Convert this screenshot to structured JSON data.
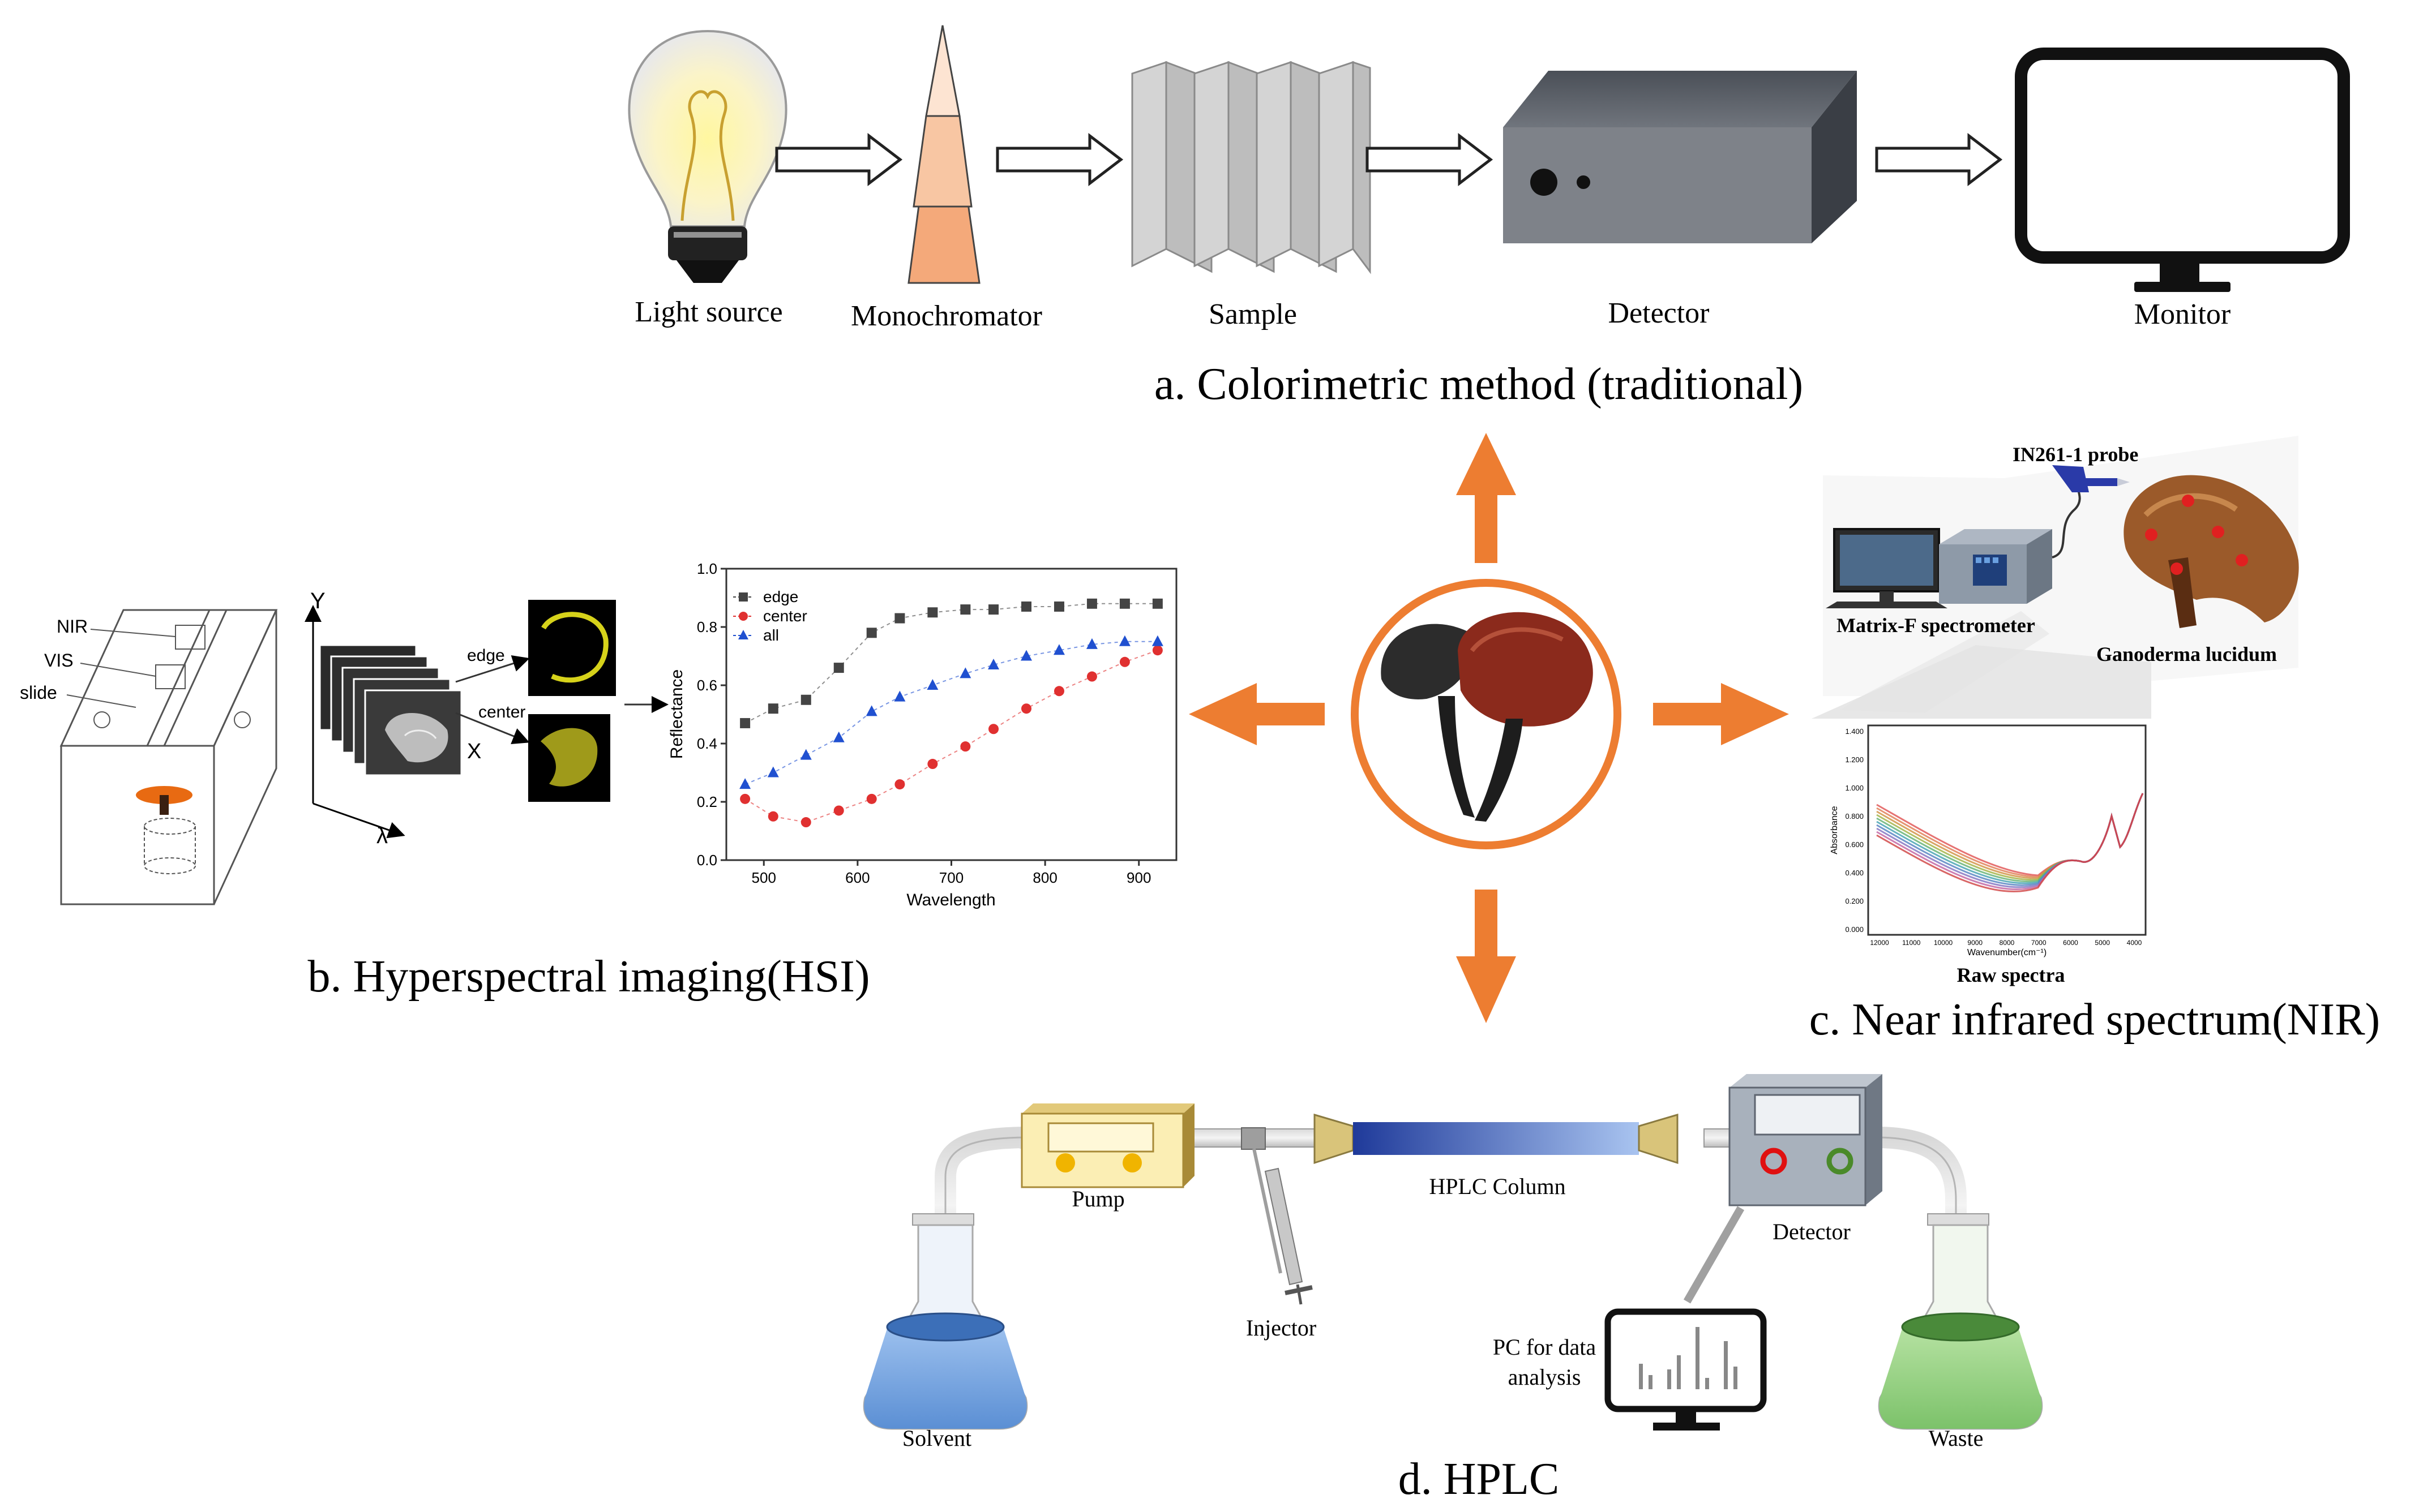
{
  "section_a": {
    "title": "a. Colorimetric method (traditional)",
    "labels": {
      "light_source": "Light source",
      "monochromator": "Monochromator",
      "sample": "Sample",
      "detector": "Detector",
      "monitor": "Monitor"
    }
  },
  "section_b": {
    "title": "b. Hyperspectral imaging(HSI)",
    "box_labels": {
      "nir": "NIR",
      "vis": "VIS",
      "slide": "slide"
    },
    "cube_labels": {
      "y": "Y",
      "x": "X",
      "lambda": "λ",
      "edge": "edge",
      "center": "center"
    }
  },
  "section_c": {
    "title": "c. Near infrared spectrum(NIR)",
    "probe_label": "IN261-1 probe",
    "spectrometer_label": "Matrix-F spectrometer",
    "specimen_label": "Ganoderma lucidum",
    "spectra_label": "Raw spectra",
    "plot": {
      "ylabel": "Absorbance",
      "xlabel": "Wavenumber(cm⁻¹)",
      "yticks": [
        "1.400",
        "1.200",
        "1.000",
        "0.800",
        "0.600",
        "0.400",
        "0.200",
        "0.000"
      ],
      "xticks": [
        "12000",
        "11000",
        "10000",
        "9000",
        "8000",
        "7000",
        "6000",
        "5000",
        "4000"
      ]
    }
  },
  "section_d": {
    "title": "d. HPLC",
    "labels": {
      "pump": "Pump",
      "column": "HPLC Column",
      "injector": "Injector",
      "detector": "Detector",
      "solvent": "Solvent",
      "waste": "Waste",
      "pc_line1": "PC for data",
      "pc_line2": "analysis"
    }
  },
  "colors": {
    "accent_orange": "#ed7d31",
    "solvent_blue": "#5b8fd4",
    "waste_green": "#7cc26a",
    "column_blue": "#2f4fb0"
  },
  "chart_data": {
    "type": "scatter",
    "xlabel": "Wavelength",
    "ylabel": "Reflectance",
    "xlim": [
      460,
      940
    ],
    "ylim": [
      0.0,
      1.0
    ],
    "xticks": [
      500,
      600,
      700,
      800,
      900
    ],
    "yticks": [
      0.0,
      0.2,
      0.4,
      0.6,
      0.8,
      1.0
    ],
    "legend_position": "top-left",
    "series": [
      {
        "name": "edge",
        "color": "#444444",
        "marker": "square",
        "x": [
          480,
          510,
          545,
          580,
          615,
          645,
          680,
          715,
          745,
          780,
          815,
          850,
          885,
          920
        ],
        "y": [
          0.47,
          0.52,
          0.55,
          0.66,
          0.78,
          0.83,
          0.85,
          0.86,
          0.86,
          0.87,
          0.87,
          0.88,
          0.88,
          0.88
        ]
      },
      {
        "name": "center",
        "color": "#e03030",
        "marker": "circle",
        "x": [
          480,
          510,
          545,
          580,
          615,
          645,
          680,
          715,
          745,
          780,
          815,
          850,
          885,
          920
        ],
        "y": [
          0.21,
          0.15,
          0.13,
          0.17,
          0.21,
          0.26,
          0.33,
          0.39,
          0.45,
          0.52,
          0.58,
          0.63,
          0.68,
          0.72
        ]
      },
      {
        "name": "all",
        "color": "#2050d0",
        "marker": "triangle",
        "x": [
          480,
          510,
          545,
          580,
          615,
          645,
          680,
          715,
          745,
          780,
          815,
          850,
          885,
          920
        ],
        "y": [
          0.26,
          0.3,
          0.36,
          0.42,
          0.51,
          0.56,
          0.6,
          0.64,
          0.67,
          0.7,
          0.72,
          0.74,
          0.75,
          0.75
        ]
      }
    ]
  }
}
